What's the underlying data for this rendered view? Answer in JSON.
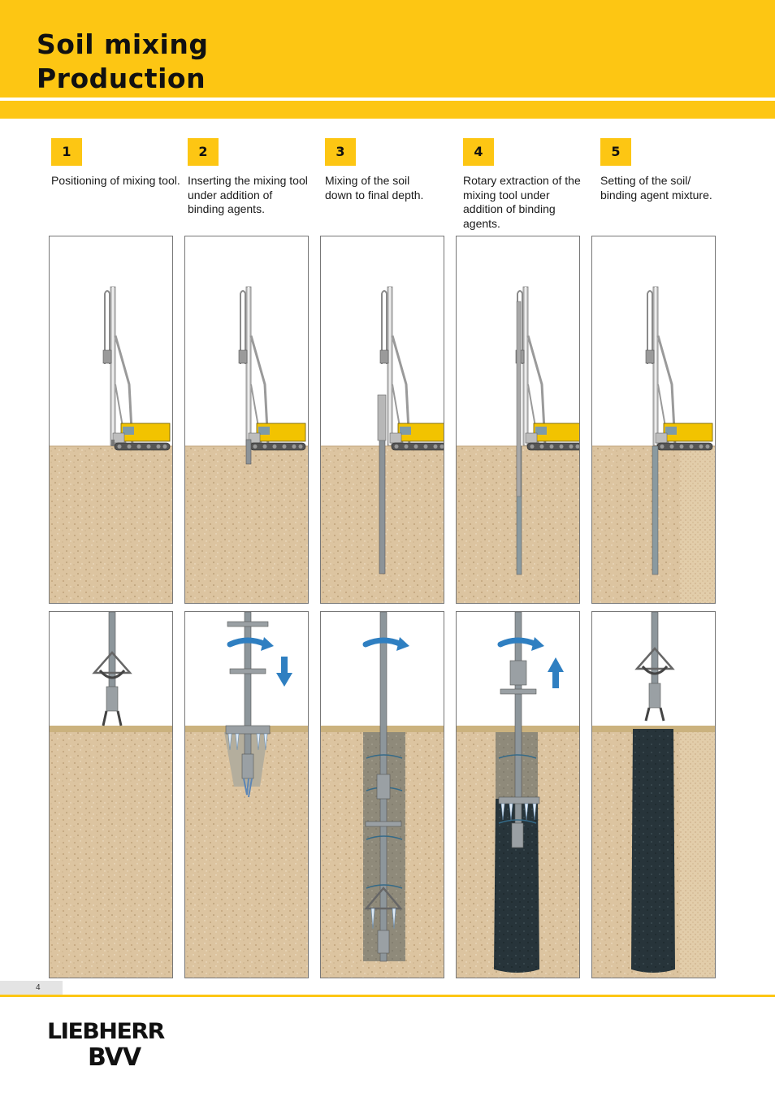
{
  "title": {
    "line1": "Soil mixing",
    "line2": "Production"
  },
  "steps": [
    {
      "number": "1",
      "text": "Positioning of mixing tool."
    },
    {
      "number": "2",
      "text": "Inserting the mixing tool under addition of binding agents."
    },
    {
      "number": "3",
      "text": "Mixing of the soil down to final depth."
    },
    {
      "number": "4",
      "text": "Rotary extraction of the mixing tool under addition of binding agents."
    },
    {
      "number": "5",
      "text": "Setting of the soil/ binding agent mixture."
    }
  ],
  "page_number": "4",
  "logo": {
    "line1": "LIEBHERR",
    "line2": "BVV"
  },
  "colors": {
    "brand_yellow": "#fdc613",
    "soil": "#dcc4a0",
    "column": "#27343a",
    "arrow_blue": "#2f7fc1"
  }
}
